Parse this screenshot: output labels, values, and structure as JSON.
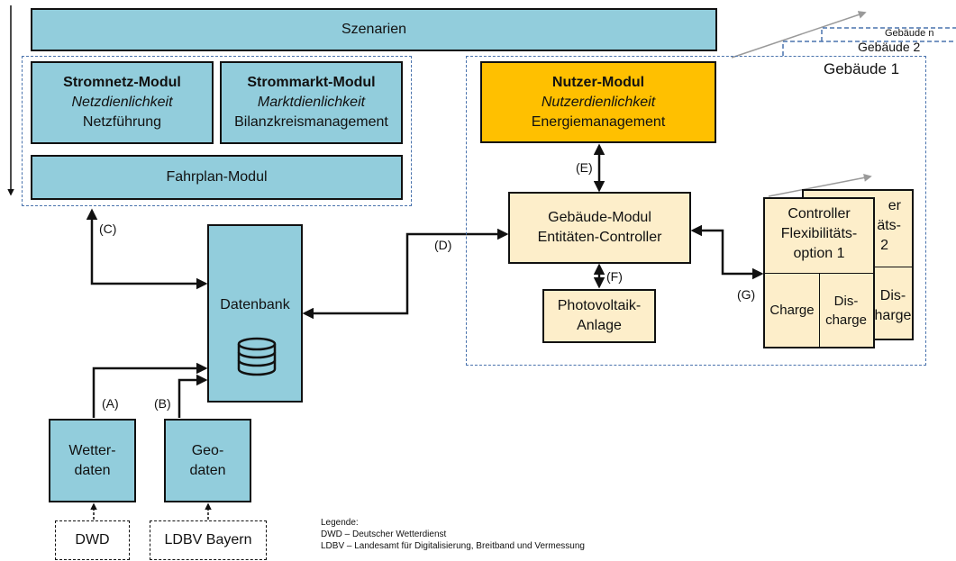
{
  "scenarios": "Szenarien",
  "grid_module": {
    "title": "Stromnetz-Modul",
    "subtitle": "Netzdienlichkeit",
    "line": "Netzführung"
  },
  "market_module": {
    "title": "Strommarkt-Modul",
    "subtitle": "Marktdienlichkeit",
    "line": "Bilanzkreismanagement"
  },
  "schedule_module": "Fahrplan-Modul",
  "database": "Datenbank",
  "weather": {
    "line1": "Wetter-",
    "line2": "daten"
  },
  "geo": {
    "line1": "Geo-",
    "line2": "daten"
  },
  "dwd": "DWD",
  "ldbv": "LDBV Bayern",
  "user_module": {
    "title": "Nutzer-Modul",
    "subtitle": "Nutzerdienlichkeit",
    "line": "Energiemanagement"
  },
  "building_module": {
    "line1": "Gebäude-Modul",
    "line2": "Entitäten-Controller"
  },
  "pv": {
    "line1": "Photovoltaik-",
    "line2": "Anlage"
  },
  "controller": {
    "line1": "Controller",
    "line2": "Flexibilitäts-",
    "line3": "option 1",
    "charge": "Charge",
    "discharge1": "Dis-",
    "discharge2": "charge"
  },
  "controller_back": {
    "line1": "er",
    "line2": "äts-",
    "line3": "2",
    "discharge1": "Dis-",
    "discharge2": "harge"
  },
  "buildings": {
    "b1": "Gebäude 1",
    "b2": "Gebäude 2",
    "bn": "Gebäude n"
  },
  "edges": {
    "a": "(A)",
    "b": "(B)",
    "c": "(C)",
    "d": "(D)",
    "e": "(E)",
    "f": "(F)",
    "g": "(G)"
  },
  "legend": {
    "title": "Legende:",
    "dwd": "DWD – Deutscher Wetterdienst",
    "ldbv": "LDBV – Landesamt für Digitalisierung, Breitband und Vermessung"
  }
}
